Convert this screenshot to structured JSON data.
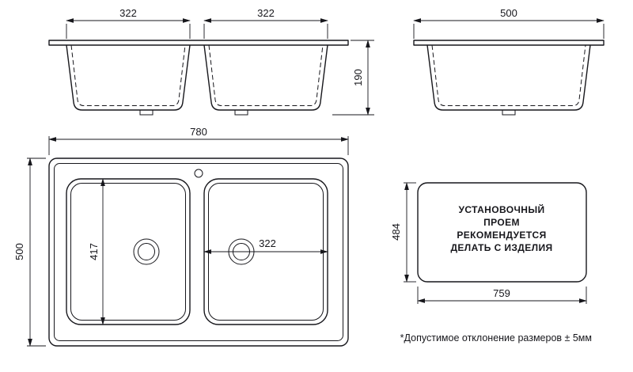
{
  "colors": {
    "ink": "#17171c",
    "background": "#ffffff"
  },
  "front_view": {
    "dim_left_bowl_width": "322",
    "dim_right_bowl_width": "322",
    "dim_depth": "190"
  },
  "side_view": {
    "dim_width": "500"
  },
  "plan_view": {
    "dim_overall_width": "780",
    "dim_overall_depth": "500",
    "dim_bowl_depth": "417",
    "dim_bowl_width": "322"
  },
  "cutout": {
    "line1": "УСТАНОВОЧНЫЙ",
    "line2": "ПРОЕМ",
    "line3": "РЕКОМЕНДУЕТСЯ",
    "line4": "ДЕЛАТЬ С ИЗДЕЛИЯ",
    "dim_depth": "484",
    "dim_width": "759"
  },
  "note": "*Допустимое отклонение размеров ± 5мм"
}
